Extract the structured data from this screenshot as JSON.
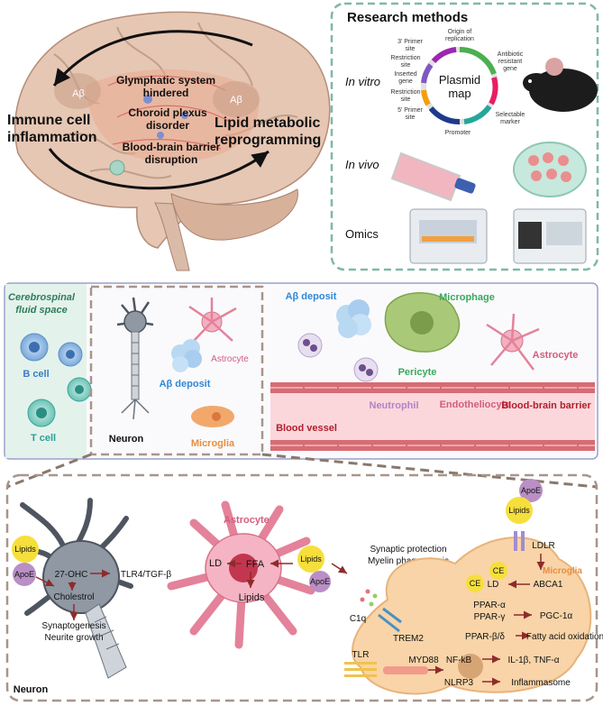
{
  "brain": {
    "ab_left": "Aβ",
    "ab_right": "Aβ",
    "glymphatic": [
      "Glymphatic system",
      "hindered"
    ],
    "choroid": [
      "Choroid plexus",
      "disorder"
    ],
    "bbb": [
      "Blood-brain barrier",
      "disruption"
    ],
    "immune": [
      "Immune cell",
      "inflammation"
    ],
    "lipid": [
      "Lipid metabolic",
      "reprogramming"
    ]
  },
  "methods": {
    "title": "Research methods",
    "in_vitro": "In vitro",
    "in_vivo": "In vivo",
    "omics": "Omics",
    "plasmid_title": [
      "Plasmid",
      "map"
    ],
    "plasmid_labels": {
      "origin": [
        "Origin of",
        "replication"
      ],
      "antibiotic": [
        "Antibiotic",
        "resistant",
        "gene"
      ],
      "selectable": [
        "Selectable",
        "marker"
      ],
      "promoter": "Promoter",
      "primer5": [
        "5' Primer",
        "site"
      ],
      "restriction2": [
        "Restriction",
        "site"
      ],
      "inserted": [
        "Inserted",
        "gene"
      ],
      "restriction1": [
        "Restriction",
        "site"
      ],
      "primer3": [
        "3' Primer",
        "site"
      ]
    }
  },
  "middle": {
    "csf": [
      "Cerebrospinal",
      "fluid space"
    ],
    "b_cell": "B cell",
    "t_cell": "T cell",
    "neuron": "Neuron",
    "astrocyte_small": "Astrocyte",
    "ab_deposit_small": "Aβ deposit",
    "microglia": "Microglia",
    "ab_deposit": "Aβ deposit",
    "microphage": "Microphage",
    "pericyte": "Pericyte",
    "astrocyte": "Astrocyte",
    "neutrophil": "Neutrophil",
    "endotheliocyte": "Endotheliocyte",
    "bbb": "Blood-brain barrier",
    "blood_vessel": "Blood vessel"
  },
  "bottom": {
    "neuron_label": "Neuron",
    "lipids_left": "Lipids",
    "apoe_left": "ApoE",
    "ohc": "27-OHC",
    "cholestrol": "Cholestrol",
    "tlr4": "TLR4/TGF-β",
    "synaptogenesis": [
      "Synaptogenesis",
      "Neurite growth"
    ],
    "astrocyte": "Astrocyte",
    "ld_astro": "LD",
    "ffa": "FFA",
    "lipids_astro": "Lipids",
    "lipids_mid": "Lipids",
    "apoe_mid": "ApoE",
    "synaptic": [
      "Synaptic protection",
      "Myelin phagocytosis"
    ],
    "c1q": "C1q",
    "trem2": "TREM2",
    "tlr": "TLR",
    "myd88": "MYD88",
    "apoe_top": "ApoE",
    "lipids_top": "Lipids",
    "ldlr": "LDLR",
    "microglia": "Microglia",
    "ce1": "CE",
    "ce2": "CE",
    "ld": "LD",
    "abca1": "ABCA1",
    "ppar_a": "PPAR-α",
    "ppar_g": "PPAR-γ",
    "pgc": "PGC-1α",
    "ppar_bd": "PPAR-β/δ",
    "fao": "Fatty acid oxidation",
    "nfkb": "NF-kB",
    "il": "IL-1β, TNF-α",
    "nlrp3": "NLRP3",
    "inflammasome": "Inflammasome"
  },
  "colors": {
    "brain": "#d9b9a5",
    "dashed_green": "#7fb8a8",
    "dashed_brown": "#a8958a",
    "astro_pink": "#e3829a",
    "vessel_red": "#c44a52",
    "microglia_orange": "#f2c08f",
    "csf_green": "#2e7d5b",
    "b_cell_blue": "#3b7dc4",
    "t_cell_teal": "#2aa198"
  }
}
